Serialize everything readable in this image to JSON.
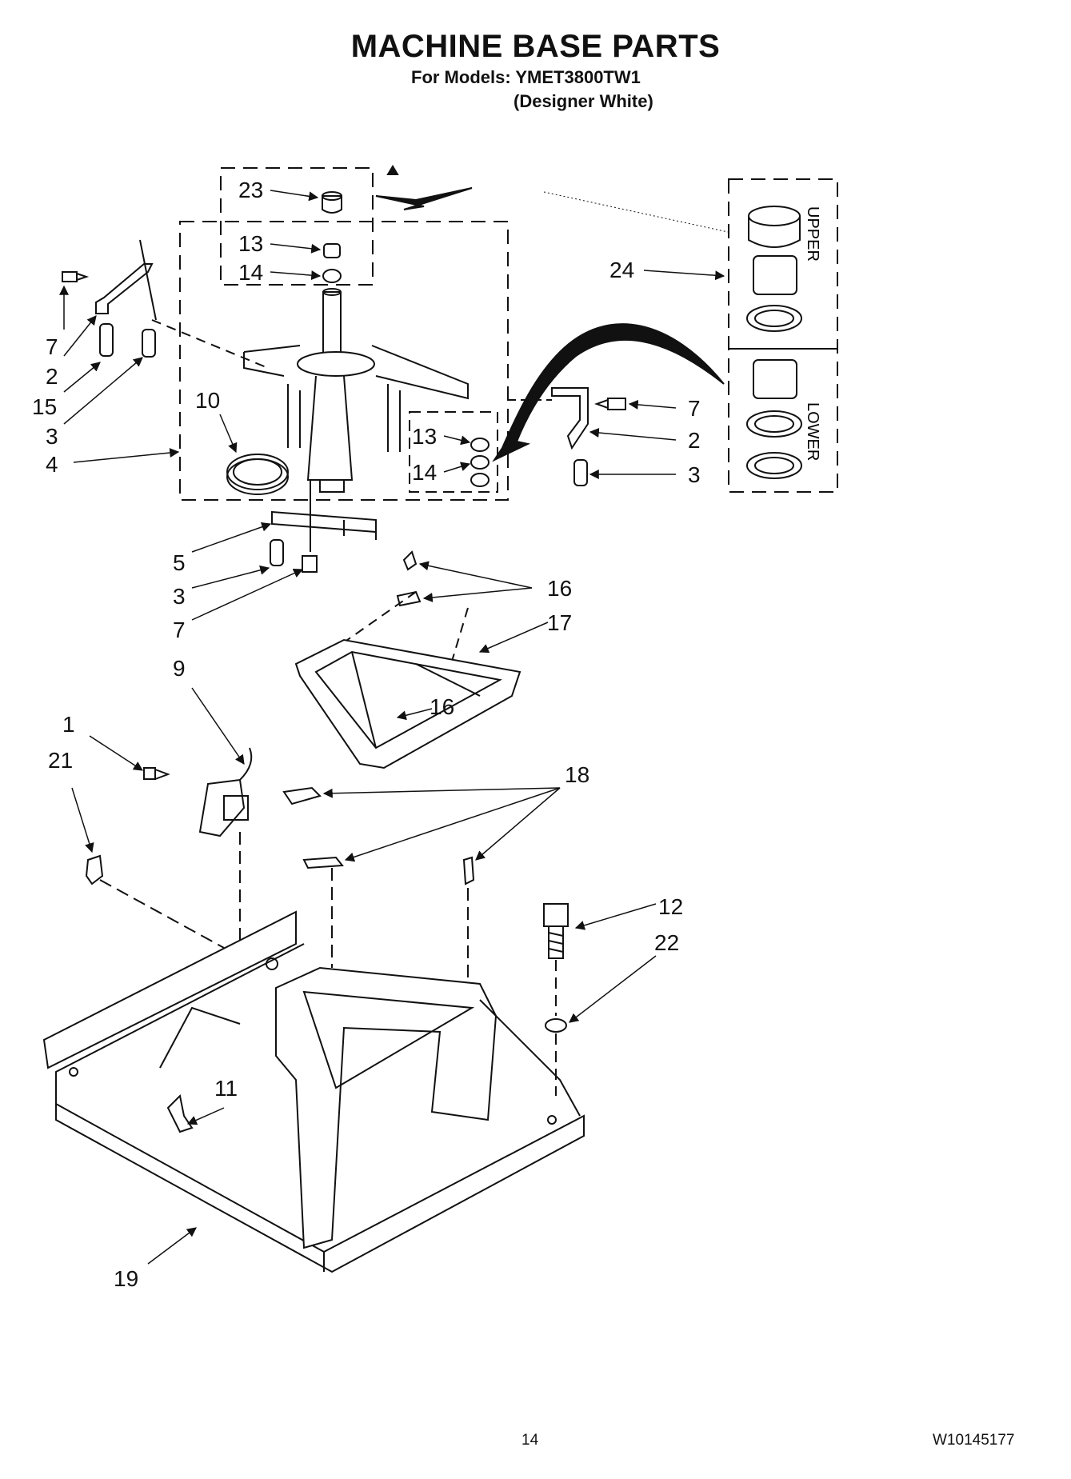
{
  "header": {
    "title": "MACHINE BASE PARTS",
    "models_line": "For Models: YMET3800TW1",
    "color_line": "(Designer White)"
  },
  "callouts": {
    "c23": "23",
    "c13a": "13",
    "c14a": "14",
    "c24": "24",
    "c7a": "7",
    "c2a": "2",
    "c15": "15",
    "c3a": "3",
    "c4": "4",
    "c10": "10",
    "c13b": "13",
    "c14b": "14",
    "c7b": "7",
    "c2b": "2",
    "c3b": "3",
    "c5": "5",
    "c3c": "3",
    "c7c": "7",
    "c16a": "16",
    "c17": "17",
    "c9": "9",
    "c16b": "16",
    "c1": "1",
    "c21": "21",
    "c18": "18",
    "c12": "12",
    "c22": "22",
    "c11": "11",
    "c19": "19"
  },
  "kit_labels": {
    "upper": "UPPER",
    "lower": "LOWER"
  },
  "footer": {
    "page_number": "14",
    "doc_number": "W10145177"
  }
}
